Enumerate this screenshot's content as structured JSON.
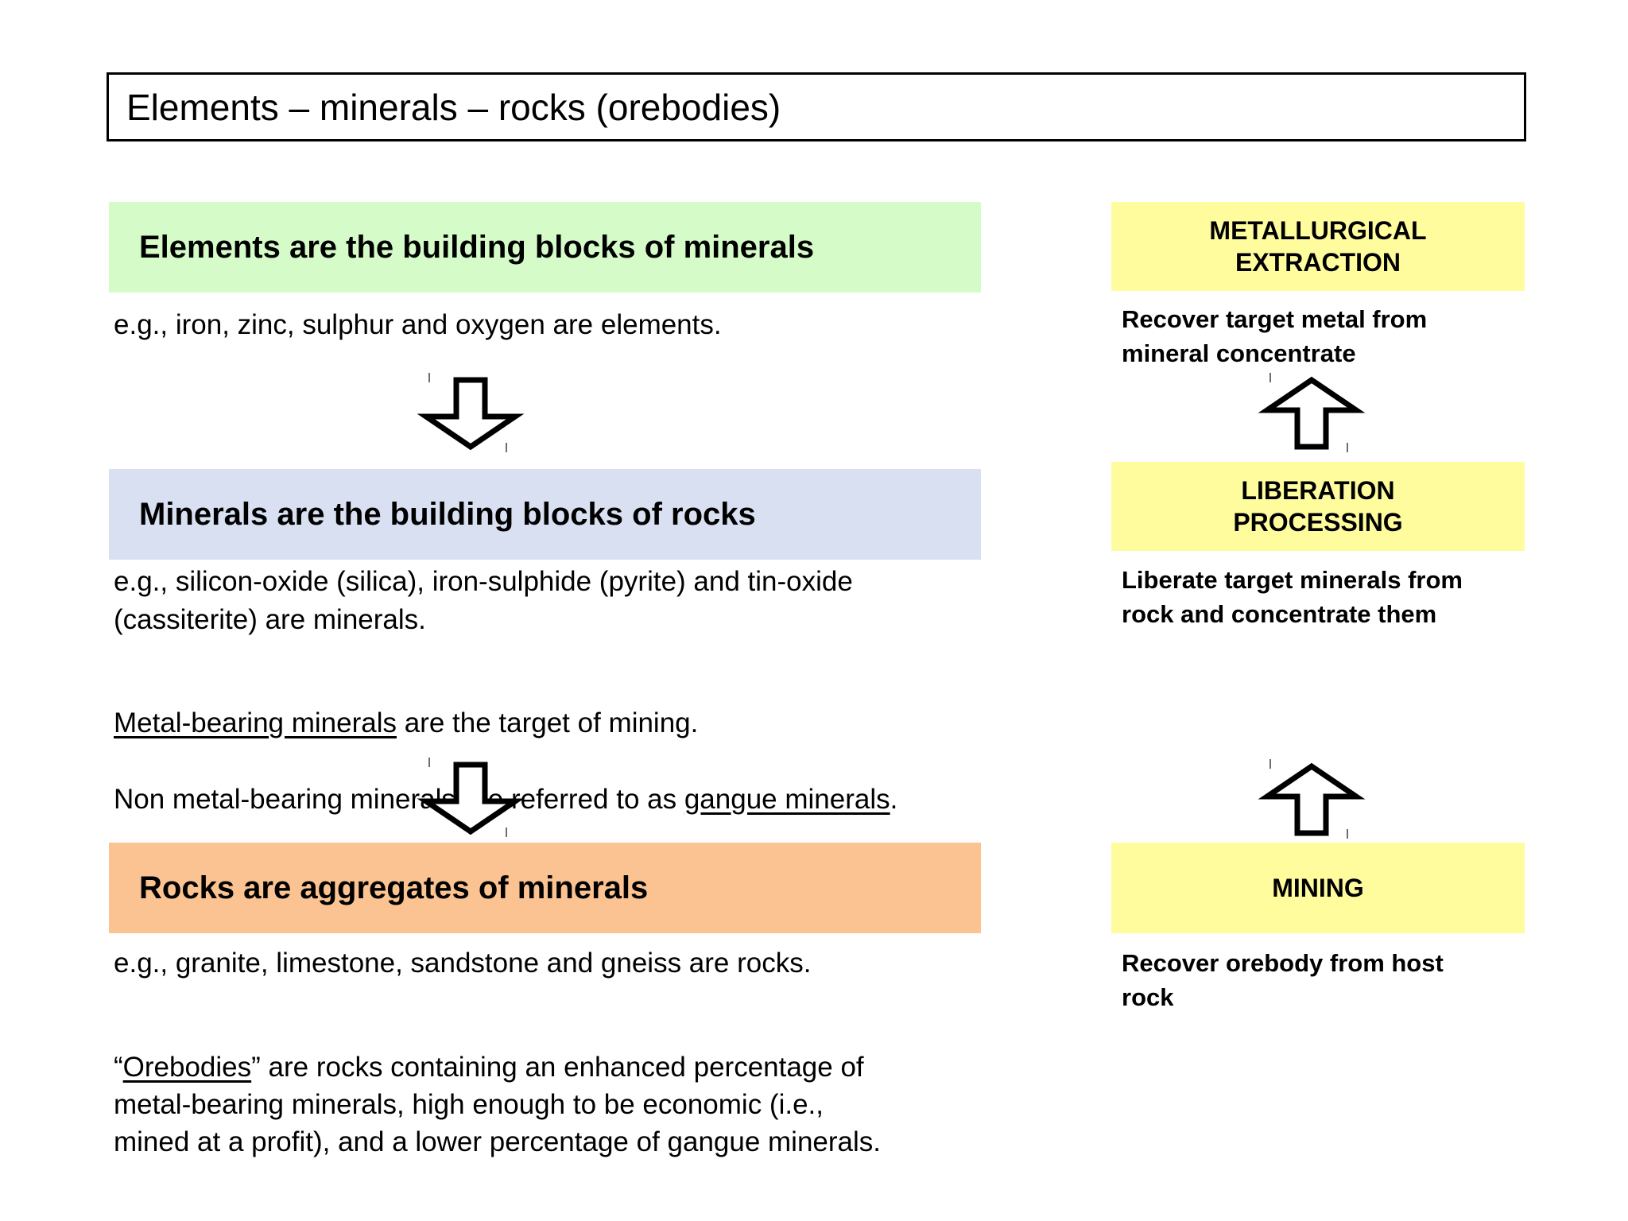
{
  "title": "Elements – minerals – rocks (orebodies)",
  "left_column": {
    "elements": {
      "heading": "Elements are the building blocks of minerals",
      "example": "e.g., iron, zinc, sulphur and oxygen are elements."
    },
    "minerals": {
      "heading": "Minerals are the building blocks of rocks",
      "example": "e.g., silicon-oxide (silica), iron-sulphide (pyrite) and tin-oxide\n(cassiterite) are minerals.",
      "note_line1": {
        "underlined": "Metal-bearing minerals",
        "rest": " are the target of mining."
      },
      "note_line2": {
        "pre": "Non metal-bearing minerals are referred to as ",
        "underlined": "gangue minerals",
        "post": "."
      }
    },
    "rocks": {
      "heading": "Rocks are aggregates of minerals",
      "example": "e.g., granite, limestone, sandstone and gneiss are rocks.",
      "orebodies": {
        "pre": "“",
        "underlined": "Orebodies",
        "post": "” are rocks containing an enhanced percentage of\nmetal-bearing minerals, high enough to be economic (i.e.,\nmined at a profit), and a lower percentage of gangue minerals."
      }
    }
  },
  "right_column": {
    "metallurgical_extraction": {
      "heading": "METALLURGICAL\nEXTRACTION",
      "description": "Recover target metal from\nmineral concentrate"
    },
    "liberation_processing": {
      "heading": "LIBERATION\nPROCESSING",
      "description": "Liberate target minerals from\nrock and concentrate them"
    },
    "mining": {
      "heading": "MINING",
      "description": "Recover orebody from host\nrock"
    }
  },
  "icons": {
    "down_arrow": "block-arrow-down",
    "up_arrow": "block-arrow-up"
  },
  "colors": {
    "elements_box": "#d5fcc8",
    "minerals_box": "#d8e0f2",
    "rocks_box": "#fac391",
    "process_box": "#fffc9e",
    "border": "#000000"
  }
}
